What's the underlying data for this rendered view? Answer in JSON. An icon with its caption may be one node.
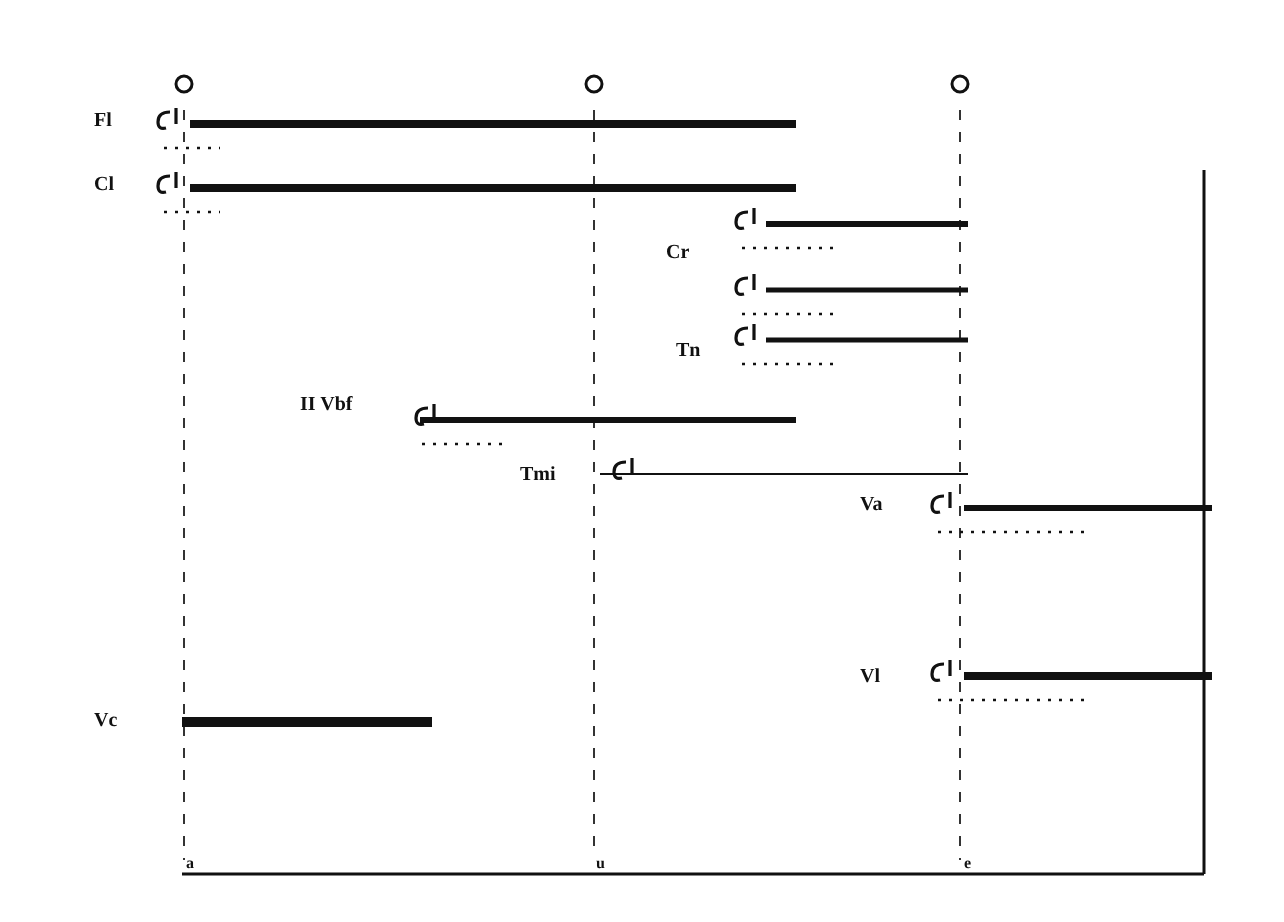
{
  "diagram": {
    "labels": [
      "Fl",
      "Cl",
      "Cr",
      "Tn",
      "II Vbf",
      "Tmi",
      "Va",
      "Vl",
      "Vc",
      "a",
      "u",
      "e"
    ]
  }
}
